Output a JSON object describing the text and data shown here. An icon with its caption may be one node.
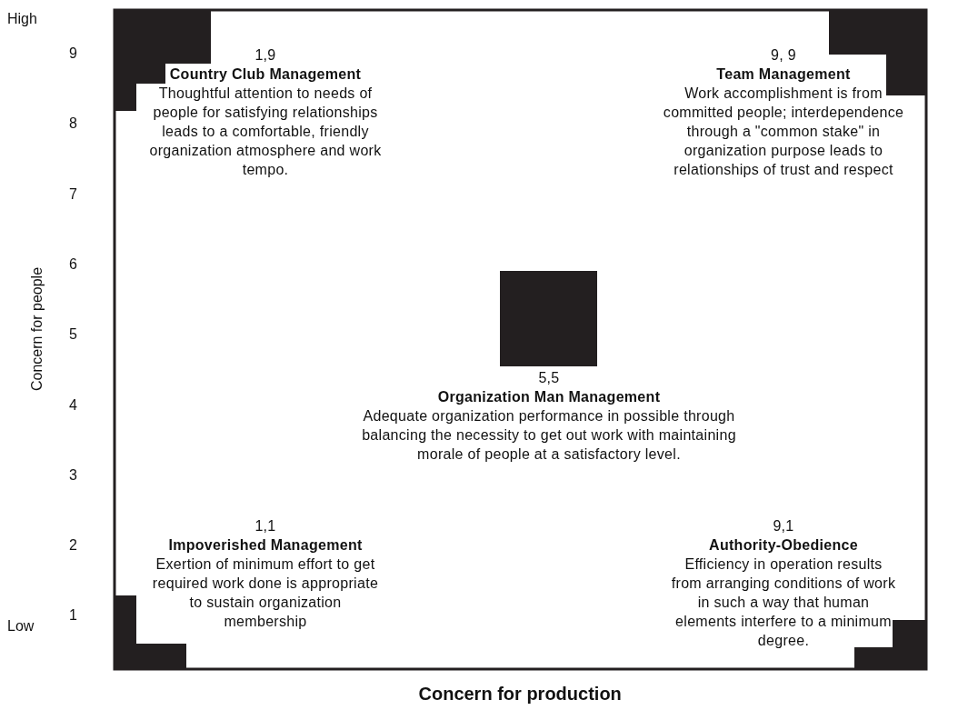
{
  "diagram": {
    "nodes": [
      {
        "text": [
          "1,9",
          "Country Club Management",
          "Thoughtful attention to needs of people for satisfying relationships leads to a comfortable, friendly organization atmosphere and work tempo."
        ]
      },
      {
        "text": [
          "9, 9",
          "Team Management",
          "Work accomplishment is from committed people; interdependence through a \"common stake\" in organization purpose leads to relationships of trust and respect"
        ]
      },
      {
        "text": [
          "5,5",
          "Organization Man Management",
          "Adequate organization performance in possible through balancing the necessity to get out work with maintaining morale of people at a satisfactory level."
        ]
      },
      {
        "text": [
          "1,1",
          "Impoverished Management",
          "Exertion of minimum effort to get required work done is appropriate to sustain organization membership"
        ]
      },
      {
        "text": [
          "9,1",
          "Authority-Obedience",
          "Efficiency in operation results from arranging conditions of work in such a way that human elements interfere to a minimum degree."
        ]
      }
    ],
    "labels": [
      "High",
      "9",
      "8",
      "7",
      "6",
      "5",
      "4",
      "3",
      "2",
      "Low",
      "1",
      "Concern for people",
      "Concern for production"
    ]
  }
}
